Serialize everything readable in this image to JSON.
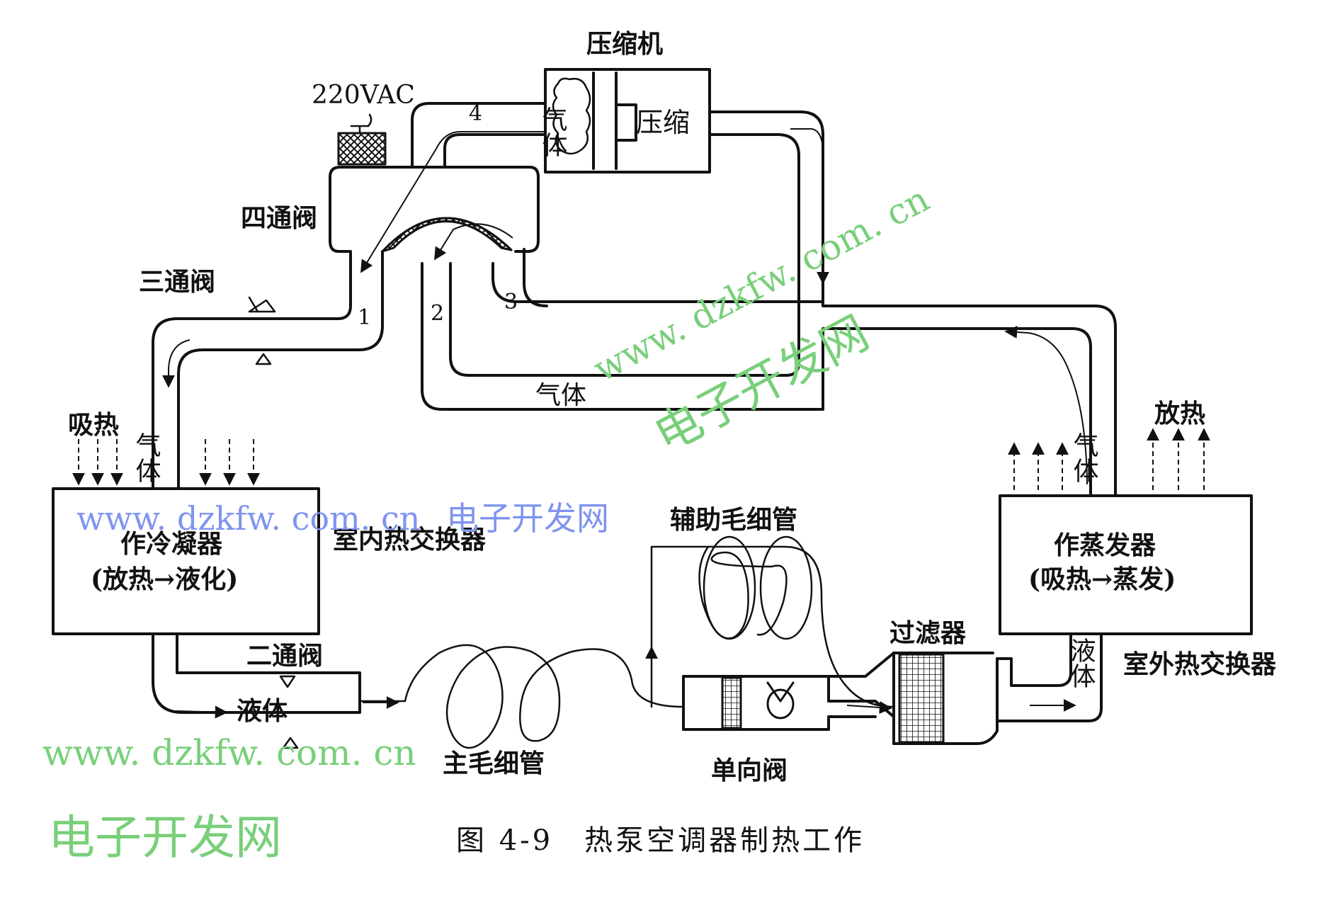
{
  "figure": {
    "caption": "图 4-9　热泵空调器制热工作"
  },
  "labels": {
    "compressor": "压缩机",
    "compress": "压缩",
    "gas_in_compressor": "气体",
    "voltage": "220VAC",
    "four_way_valve": "四通阀",
    "three_way_valve": "三通阀",
    "two_way_valve": "二通阀",
    "gas_bottom": "气体",
    "gas_left": "气体",
    "gas_right": "气体",
    "liquid_left": "液体",
    "liquid_right": "液体",
    "absorb_heat": "吸热",
    "release_heat": "放热",
    "condenser": "作冷凝器",
    "condenser_process": "(放热→液化)",
    "indoor_exchanger": "室内热交换器",
    "evaporator": "作蒸发器",
    "evaporator_process": "(吸热→蒸发)",
    "outdoor_exchanger": "室外热交换器",
    "aux_capillary": "辅助毛细管",
    "main_capillary": "主毛细管",
    "filter": "过滤器",
    "check_valve": "单向阀"
  },
  "port_numbers": [
    "1",
    "2",
    "3",
    "4"
  ],
  "watermarks": {
    "url_diagonal": "www. dzkfw. com. cn",
    "cn_diagonal": "电子开发网",
    "url_mid": "www. dzkfw. com. cn",
    "cn_mid": "电子开发网",
    "url_bottom": "www. dzkfw. com. cn",
    "cn_bottom": "电子开发网"
  },
  "colors": {
    "line": "#111111",
    "watermark_blue": "#7f94f0",
    "watermark_green": "#79cf7a"
  }
}
